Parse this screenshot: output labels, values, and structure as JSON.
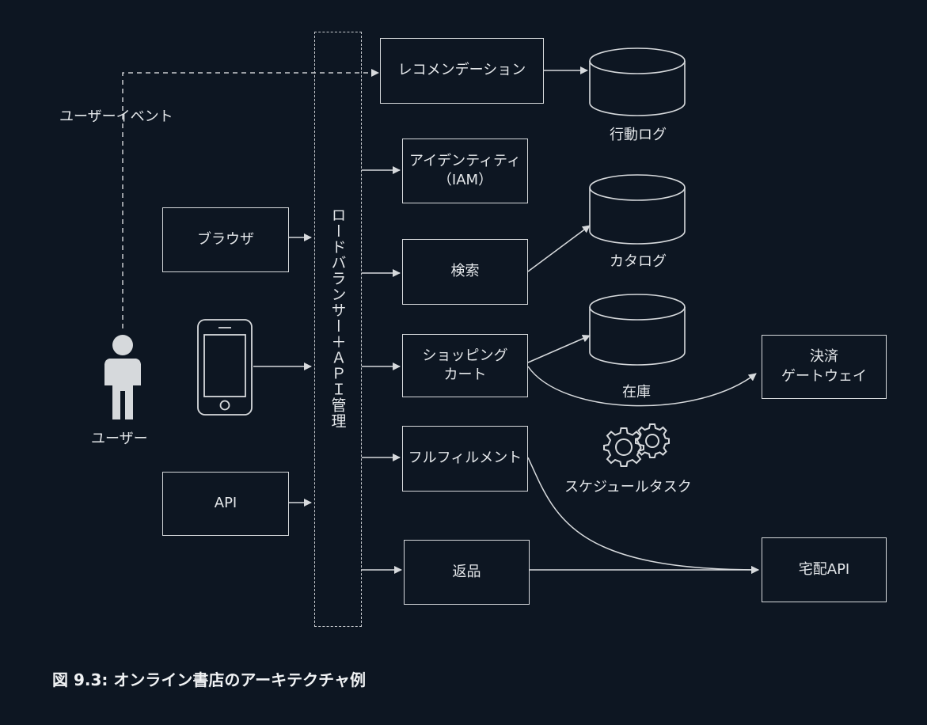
{
  "diagram": {
    "user_event_label": "ユーザーイベント",
    "user_label": "ユーザー",
    "clients": {
      "browser": "ブラウザ",
      "api": "API"
    },
    "load_balancer_label": "ロードバランサー＋ＡＰＩ管理",
    "services": {
      "recommendation": "レコメンデーション",
      "identity_line1": "アイデンティティ",
      "identity_line2": "（IAM）",
      "search": "検索",
      "cart_line1": "ショッピング",
      "cart_line2": "カート",
      "fulfillment": "フルフィルメント",
      "returns": "返品"
    },
    "datastores": {
      "activity_log": "行動ログ",
      "catalog": "カタログ",
      "inventory": "在庫"
    },
    "external": {
      "payment_line1": "決済",
      "payment_line2": "ゲートウェイ",
      "delivery_api": "宅配API"
    },
    "scheduled_task_label": "スケジュールタスク"
  },
  "caption": "図 9.3: オンライン書店のアーキテクチャ例"
}
